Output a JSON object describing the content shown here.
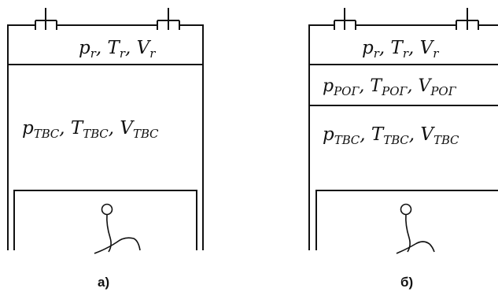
{
  "diagrams": [
    {
      "caption": "а)",
      "zones": [
        {
          "p": "p",
          "p_sub": "r",
          "T": "T",
          "T_sub": "r",
          "V": "V",
          "V_sub": "r"
        },
        {
          "p": "p",
          "p_sub": "ТВС",
          "T": "T",
          "T_sub": "ТВС",
          "V": "V",
          "V_sub": "ТВС"
        }
      ]
    },
    {
      "caption": "б)",
      "zones": [
        {
          "p": "p",
          "p_sub": "r",
          "T": "T",
          "T_sub": "r",
          "V": "V",
          "V_sub": "r"
        },
        {
          "p": "p",
          "p_sub": "РОГ",
          "T": "T",
          "T_sub": "РОГ",
          "V": "V",
          "V_sub": "РОГ"
        },
        {
          "p": "p",
          "p_sub": "ТВС",
          "T": "T",
          "T_sub": "ТВС",
          "V": "V",
          "V_sub": "ТВС"
        }
      ]
    }
  ]
}
